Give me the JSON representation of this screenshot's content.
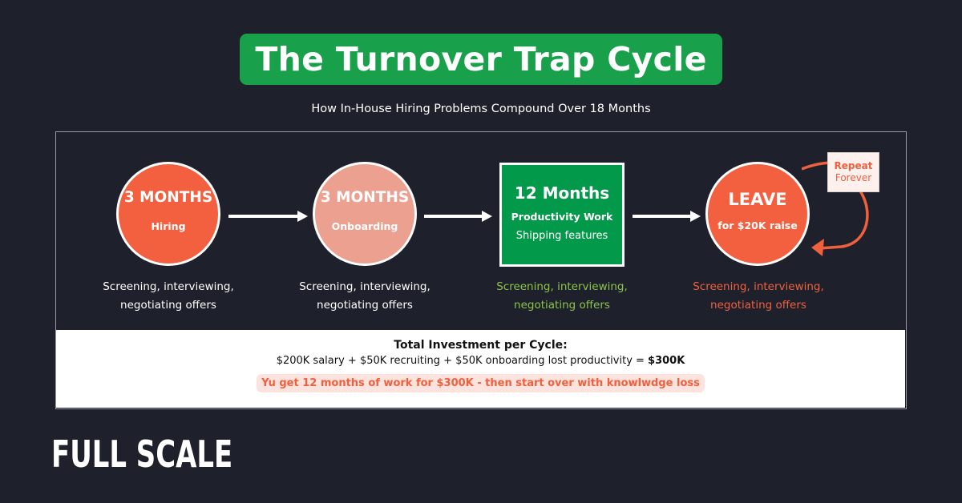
{
  "header": {
    "title": "The Turnover Trap Cycle",
    "subtitle": "How In-House Hiring Problems Compound Over 18 Months"
  },
  "colors": {
    "background": "#1e212b",
    "title_green": "#19a04b",
    "hiring_orange": "#f2603f",
    "onboarding_salmon": "#eba090",
    "productivity_green": "#03994a",
    "leave_orange": "#f2603f",
    "desc_green": "#8bc34a",
    "desc_orange": "#f0603f"
  },
  "stages": [
    {
      "duration": "3 MONTHS",
      "label": "Hiring",
      "description_line1": "Screening, interviewing,",
      "description_line2": "negotiating offers"
    },
    {
      "duration": "3 MONTHS",
      "label": "Onboarding",
      "description_line1": "Screening, interviewing,",
      "description_line2": "negotiating offers"
    },
    {
      "duration": "12 Months",
      "label": "Productivity Work",
      "sublabel": "Shipping features",
      "description_line1": "Screening, interviewing,",
      "description_line2": "negotiating offers"
    },
    {
      "duration": "LEAVE",
      "label": "for $20K raise",
      "description_line1": "Screening, interviewing,",
      "description_line2": "negotiating offers"
    }
  ],
  "loop": {
    "line1": "Repeat",
    "line2": "Forever"
  },
  "summary": {
    "heading": "Total Investment per Cycle:",
    "formula": "$200K salary + $50K recruiting + $50K onboarding lost productivity = ",
    "total": "$300K",
    "warning": "Yu get 12 months of work for $300K - then start over with knowlwdge loss"
  },
  "brand": {
    "logo_text": "FULL SCALE"
  }
}
